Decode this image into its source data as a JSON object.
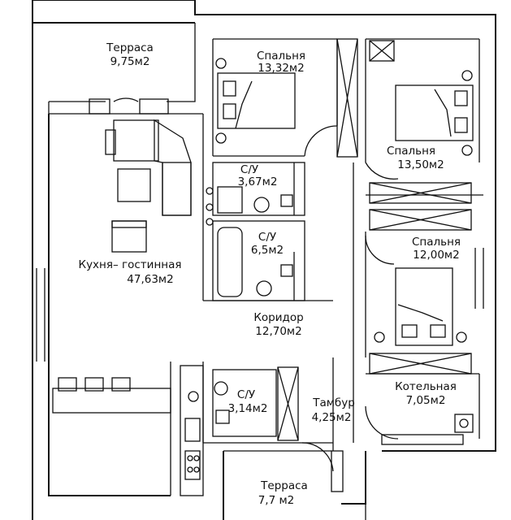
{
  "rooms": [
    {
      "name": "Терраса",
      "area": "9,75м2"
    },
    {
      "name": "Спальня",
      "area": "13,32м2"
    },
    {
      "name": "Спальня",
      "area": "13,50м2"
    },
    {
      "name": "С/У",
      "area": "3,67м2"
    },
    {
      "name": "С/У",
      "area": "6,5м2"
    },
    {
      "name": "Спальня",
      "area": "12,00м2"
    },
    {
      "name": "Кухня– гостинная",
      "area": "47,63м2"
    },
    {
      "name": "Коридор",
      "area": "12,70м2"
    },
    {
      "name": "Котельная",
      "area": "7,05м2"
    },
    {
      "name": "С/У",
      "area": "3,14м2"
    },
    {
      "name": "Тамбур",
      "area": "4,25м2"
    },
    {
      "name": "Терраса",
      "area": "7,7 м2"
    }
  ]
}
